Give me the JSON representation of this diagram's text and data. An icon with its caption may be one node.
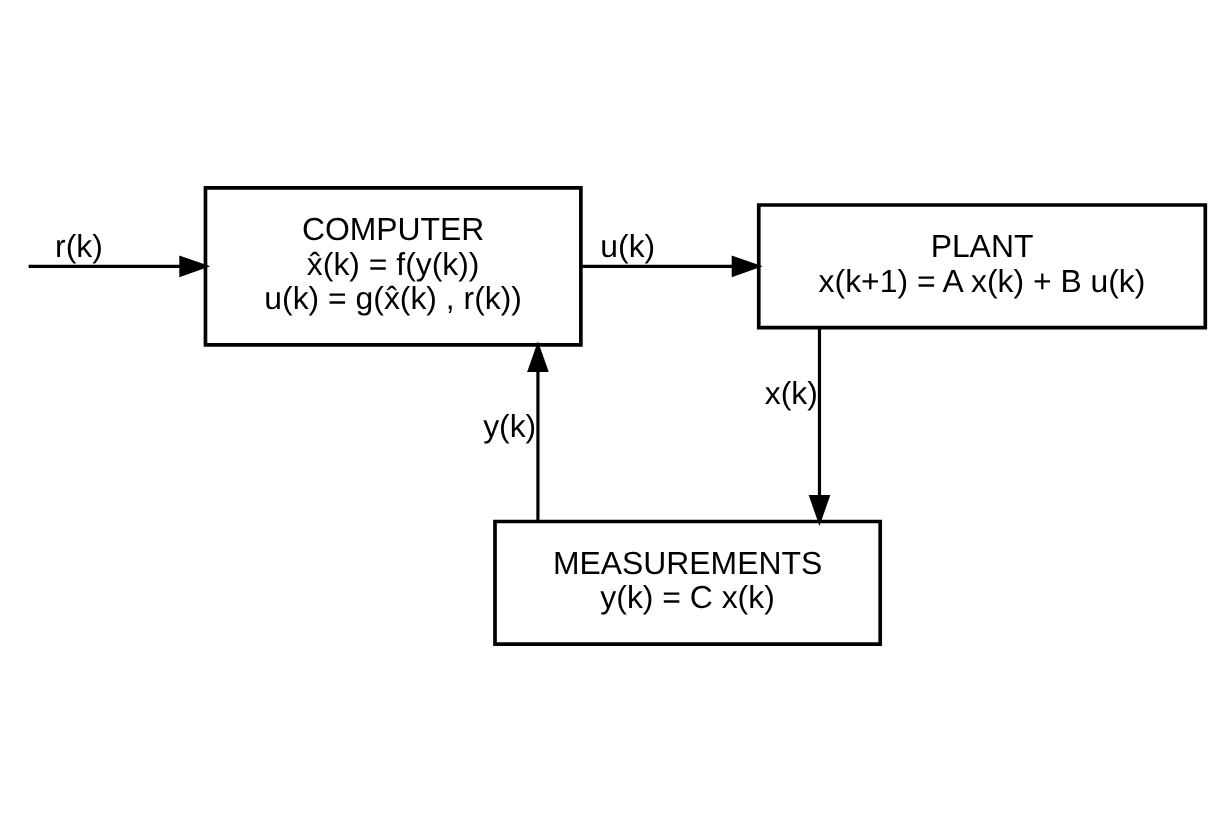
{
  "diagram": {
    "nodes": [
      {
        "text": [
          "COMPUTER",
          "x̂(k) = f(y(k))",
          "u(k) = g(x̂(k) , r(k))"
        ]
      },
      {
        "text": [
          "PLANT",
          "x(k+1) = A x(k) + B u(k)"
        ]
      },
      {
        "text": [
          "MEASUREMENTS",
          "y(k) = C x(k)"
        ]
      }
    ],
    "edges": [
      {
        "from": null,
        "to": 0,
        "arrow": "to",
        "label": "r(k)"
      },
      {
        "from": 0,
        "to": 1,
        "arrow": "to",
        "label": "u(k)"
      },
      {
        "from": 1,
        "to": 2,
        "arrow": "to",
        "label": "x(k)"
      },
      {
        "from": 2,
        "to": 0,
        "arrow": "to",
        "label": "y(k)"
      }
    ]
  }
}
